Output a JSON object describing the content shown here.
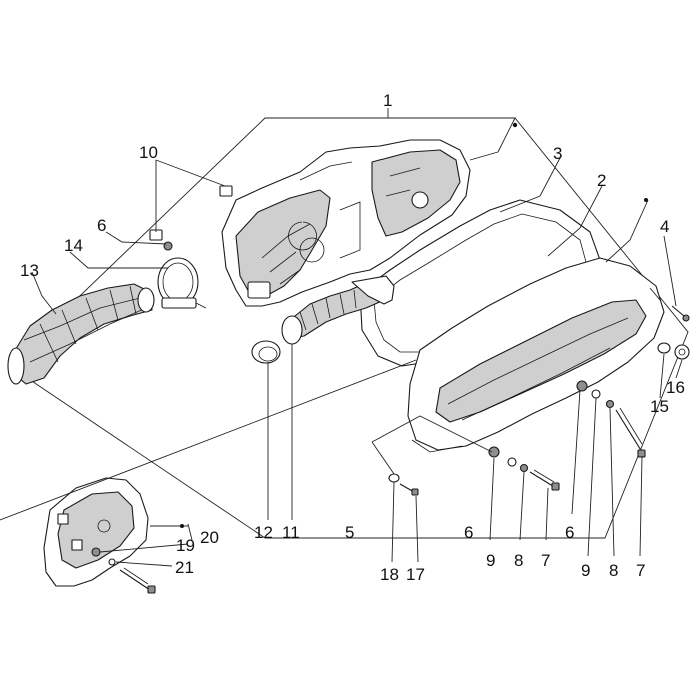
{
  "callouts": {
    "c1": "1",
    "c2": "2",
    "c3": "3",
    "c4": "4",
    "c5": "5",
    "c6a": "6",
    "c6b": "6",
    "c6c": "6",
    "c7a": "7",
    "c7b": "7",
    "c8a": "8",
    "c8b": "8",
    "c9a": "9",
    "c9b": "9",
    "c10": "10",
    "c11": "11",
    "c12": "12",
    "c13": "13",
    "c14": "14",
    "c15": "15",
    "c16": "16",
    "c17": "17",
    "c18": "18",
    "c19": "19",
    "c20": "20",
    "c21": "21"
  }
}
